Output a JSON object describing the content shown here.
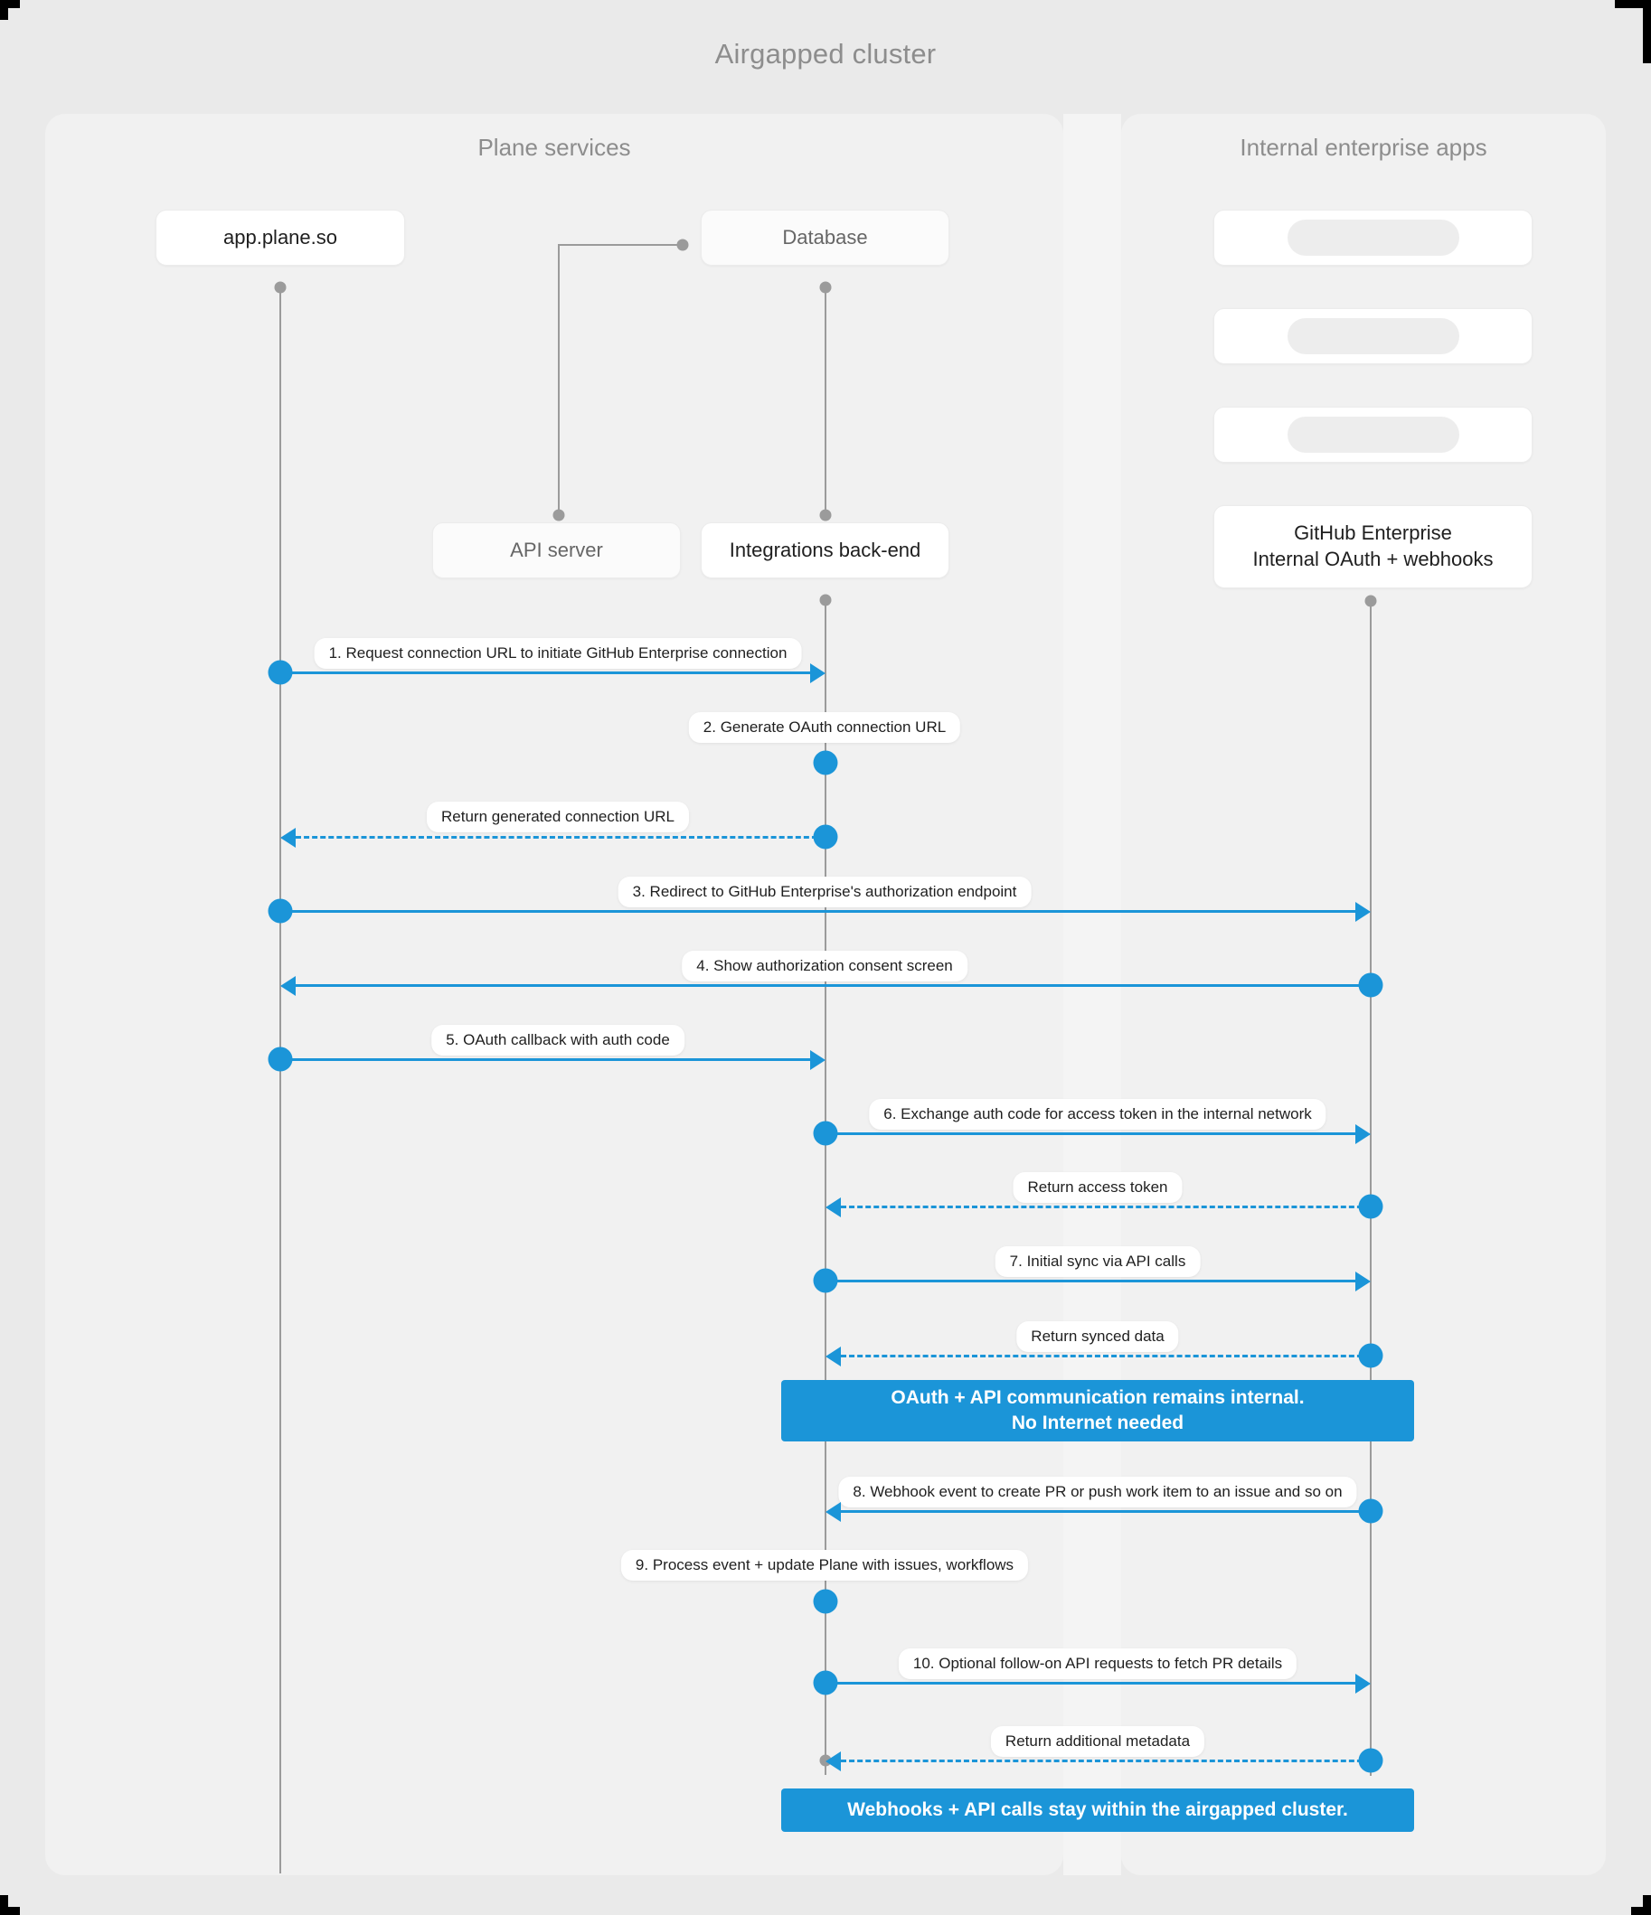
{
  "diagram": {
    "title": "Airgapped cluster",
    "accent_color": "#1b95d8",
    "background_color": "#eaeaea",
    "panel_color": "#f1f1f1",
    "type": "sequence"
  },
  "groups": [
    {
      "id": "plane",
      "title": "Plane services"
    },
    {
      "id": "enterprise",
      "title": "Internal enterprise apps"
    }
  ],
  "participants": [
    {
      "id": "app",
      "label": "app.plane.so",
      "group": "plane",
      "placeholder": false
    },
    {
      "id": "db",
      "label": "Database",
      "group": "plane",
      "placeholder": false
    },
    {
      "id": "api",
      "label": "API server",
      "group": "plane",
      "placeholder": false
    },
    {
      "id": "intg",
      "label": "Integrations back-end",
      "group": "plane",
      "placeholder": false
    },
    {
      "id": "ph1",
      "label": "",
      "group": "enterprise",
      "placeholder": true
    },
    {
      "id": "ph2",
      "label": "",
      "group": "enterprise",
      "placeholder": true
    },
    {
      "id": "ph3",
      "label": "",
      "group": "enterprise",
      "placeholder": true
    },
    {
      "id": "ghe",
      "label": "GitHub Enterprise\nInternal OAuth + webhooks",
      "group": "enterprise",
      "placeholder": false
    }
  ],
  "ghe_line1": "GitHub Enterprise",
  "ghe_line2": "Internal OAuth + webhooks",
  "messages": [
    {
      "n": "1",
      "text": "1. Request connection URL to initiate GitHub Enterprise connection",
      "from": "app",
      "to": "intg",
      "style": "solid"
    },
    {
      "n": "2",
      "text": "2. Generate OAuth connection URL",
      "from": "intg",
      "to": "intg",
      "style": "self"
    },
    {
      "n": "r1",
      "text": "Return generated connection URL",
      "from": "intg",
      "to": "app",
      "style": "dashed"
    },
    {
      "n": "3",
      "text": "3. Redirect to GitHub Enterprise's authorization endpoint",
      "from": "app",
      "to": "ghe",
      "style": "solid"
    },
    {
      "n": "4",
      "text": "4. Show authorization consent screen",
      "from": "ghe",
      "to": "app",
      "style": "solid"
    },
    {
      "n": "5",
      "text": "5. OAuth callback with auth code",
      "from": "app",
      "to": "intg",
      "style": "solid"
    },
    {
      "n": "6",
      "text": "6. Exchange auth code for access token in the internal network",
      "from": "intg",
      "to": "ghe",
      "style": "solid"
    },
    {
      "n": "r2",
      "text": "Return access token",
      "from": "ghe",
      "to": "intg",
      "style": "dashed"
    },
    {
      "n": "7",
      "text": "7. Initial sync via API calls",
      "from": "intg",
      "to": "ghe",
      "style": "solid"
    },
    {
      "n": "r3",
      "text": "Return synced data",
      "from": "ghe",
      "to": "intg",
      "style": "dashed"
    },
    {
      "n": "8",
      "text": "8. Webhook event to create PR  or push work item to an issue  and so on",
      "from": "ghe",
      "to": "intg",
      "style": "solid"
    },
    {
      "n": "9",
      "text": "9. Process event + update Plane with issues, workflows",
      "from": "intg",
      "to": "intg",
      "style": "self"
    },
    {
      "n": "10",
      "text": "10. Optional follow-on API requests to fetch PR details",
      "from": "intg",
      "to": "ghe",
      "style": "solid"
    },
    {
      "n": "r4",
      "text": "Return additional metadata",
      "from": "ghe",
      "to": "intg",
      "style": "dashed"
    }
  ],
  "notes": [
    {
      "id": "note1",
      "line1": "OAuth + API communication remains internal.",
      "line2": "No Internet needed"
    },
    {
      "id": "note2",
      "line1": "Webhooks + API calls stay within the airgapped cluster.",
      "line2": ""
    }
  ]
}
